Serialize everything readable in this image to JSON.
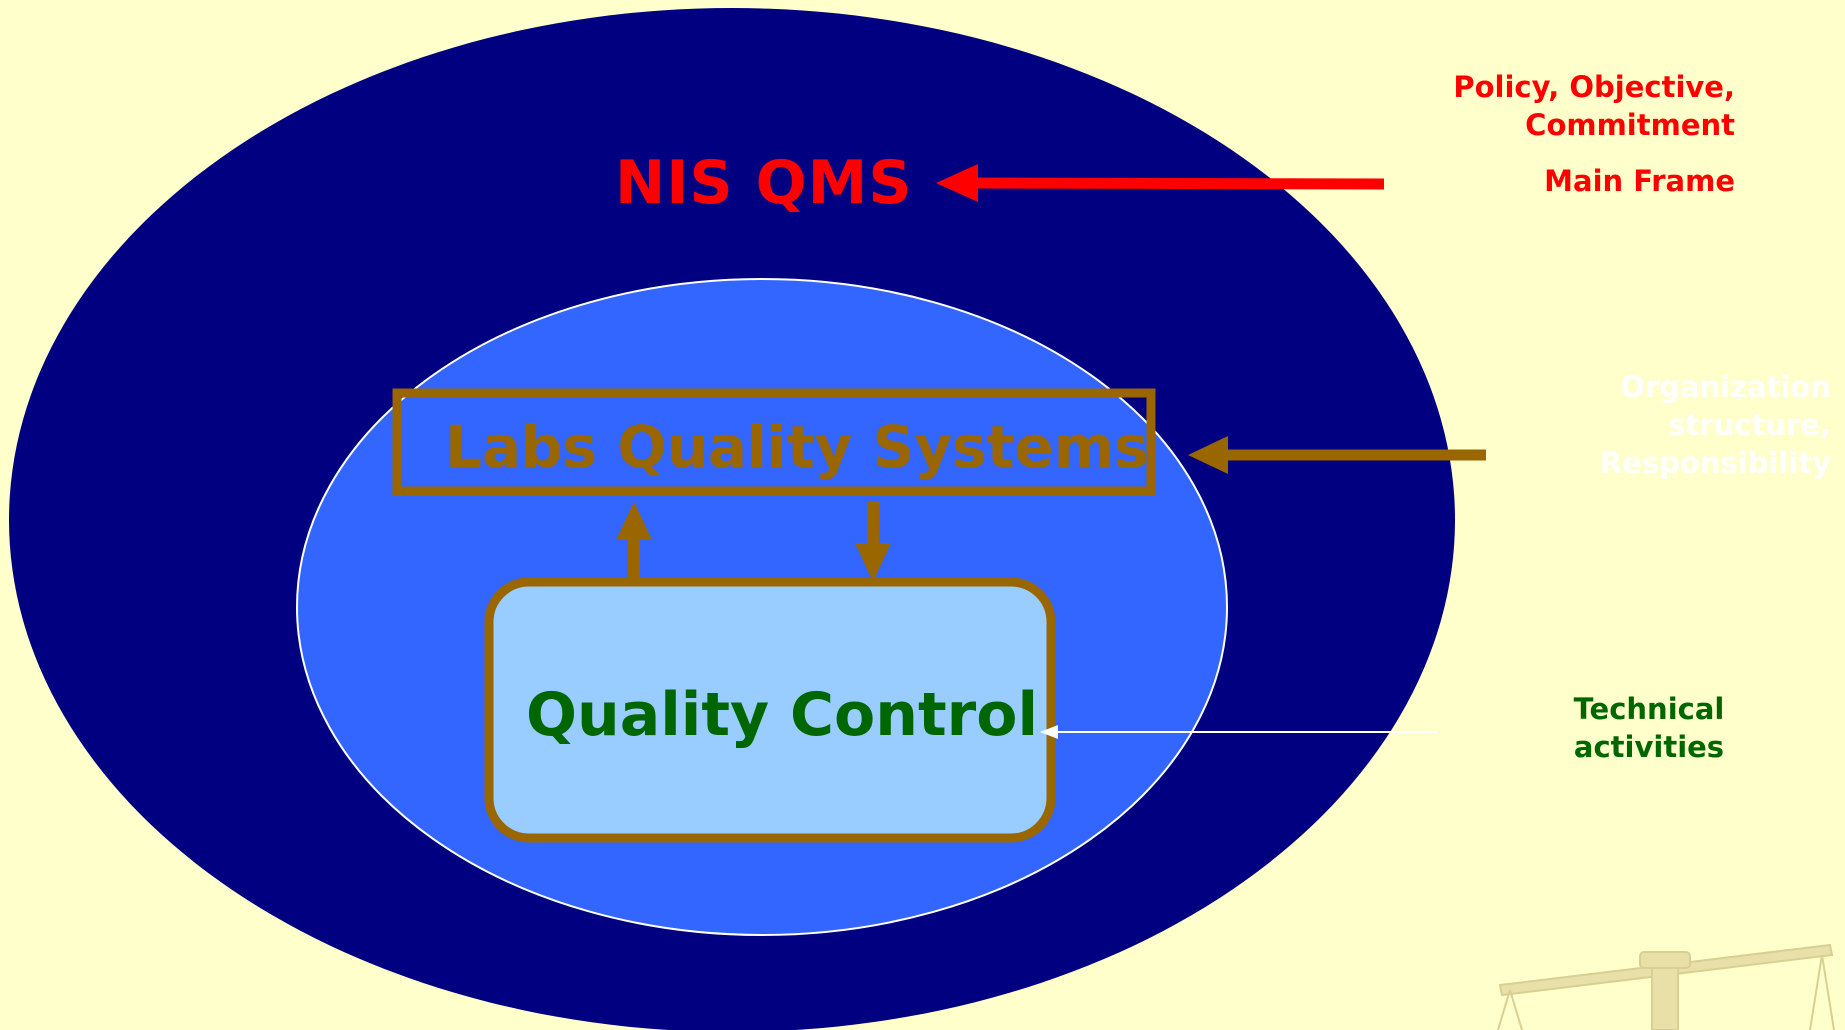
{
  "nis_label": "NIS QMS",
  "labs_label": "Labs Quality Systems",
  "qc_label": "Quality Control",
  "side_labels": {
    "policy": "Policy, Objective, Commitment",
    "main_frame": "Main Frame",
    "organization": "Organization structure, Responsibility",
    "technical": "Technical activities"
  },
  "colors": {
    "background": "#ffffcc",
    "outer_ellipse": "#000080",
    "inner_ellipse": "#3366ff",
    "qc_box": "#99ccff",
    "accent_brown": "#996600",
    "accent_red": "#ff0000",
    "accent_green": "#006600"
  }
}
